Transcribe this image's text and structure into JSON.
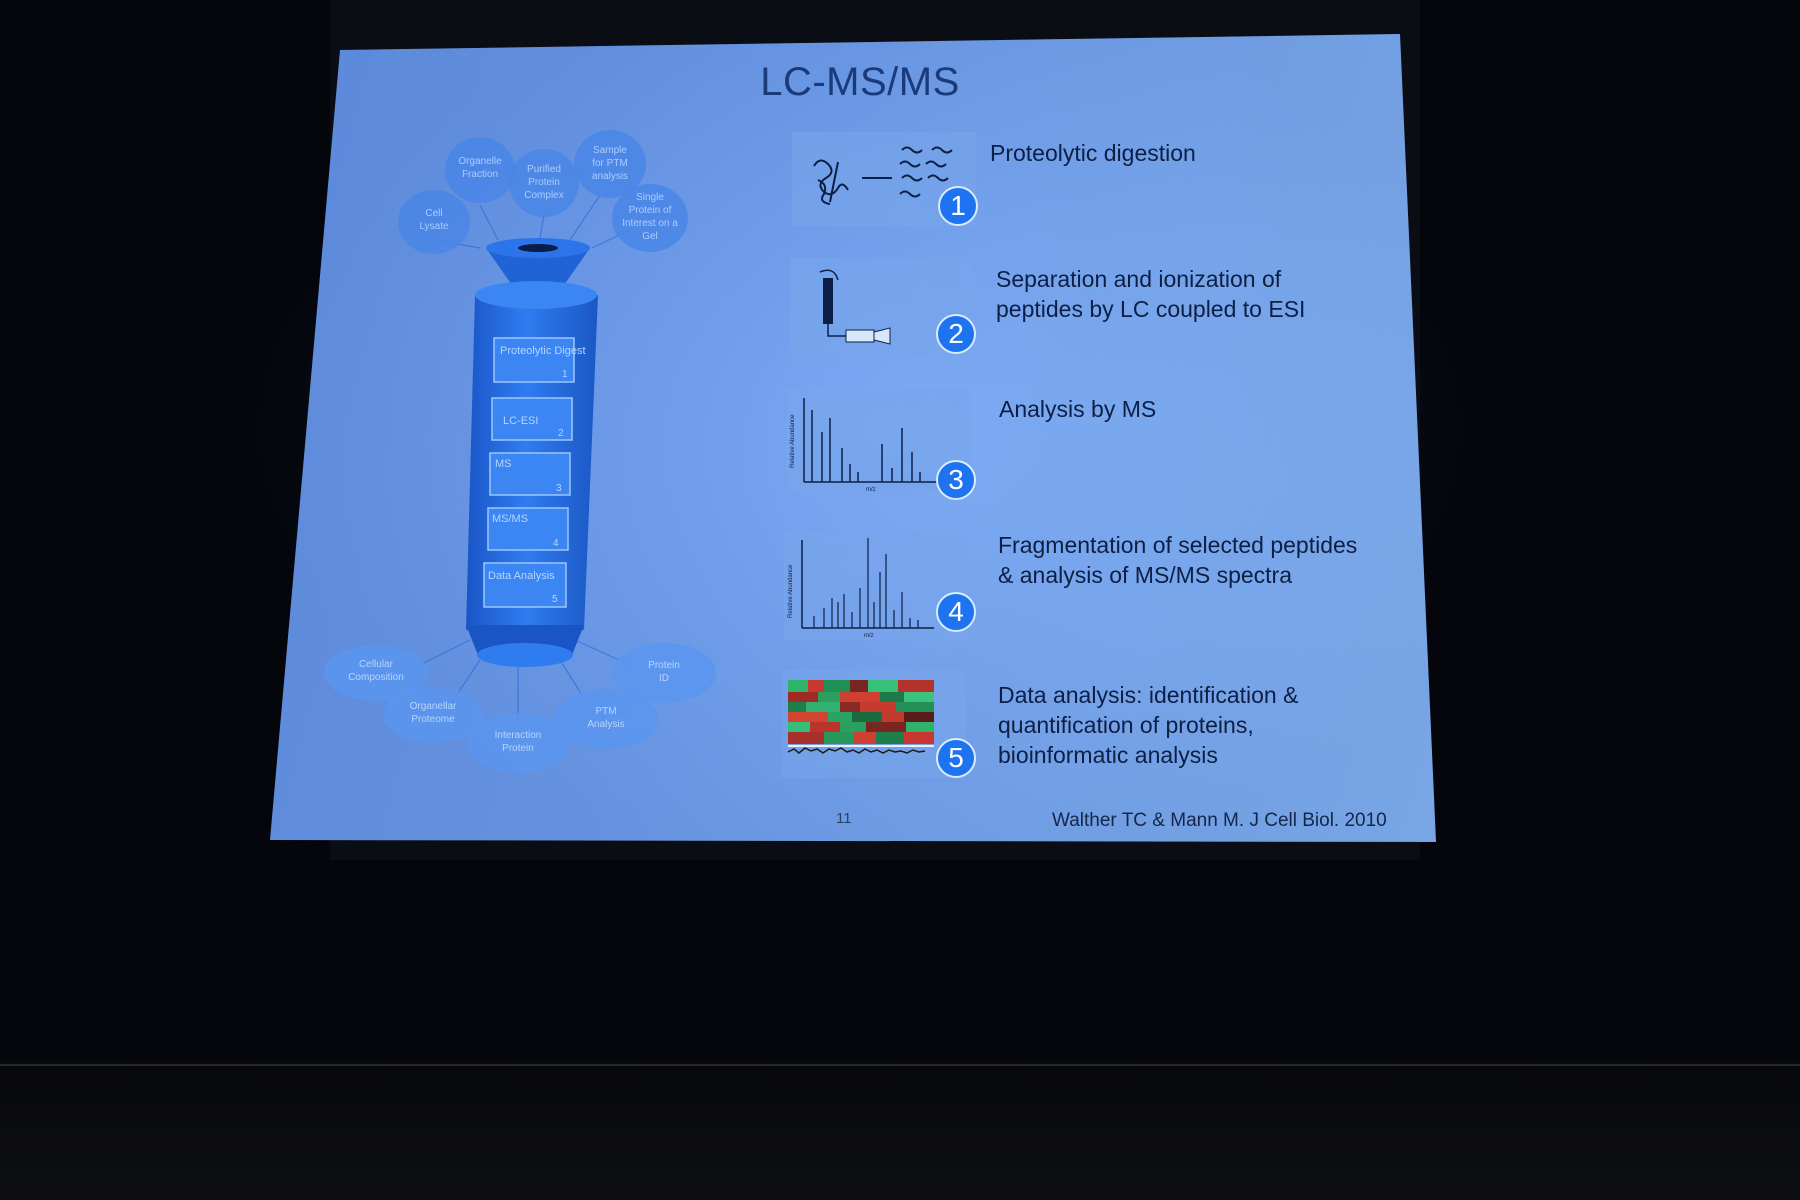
{
  "slide": {
    "title": "LC-MS/MS",
    "page_number": "11",
    "citation": "Walther TC & Mann M. J Cell Biol. 2010"
  },
  "figure": {
    "inputs": [
      "Cell Lysate",
      "Organelle Fraction",
      "Purified Protein Complex",
      "Sample for PTM analysis",
      "Single Protein of Interest on a Gel"
    ],
    "stages": [
      {
        "label": "Proteolytic Digest",
        "num": "1"
      },
      {
        "label": "LC-ESI",
        "num": "2"
      },
      {
        "label": "MS",
        "num": "3"
      },
      {
        "label": "MS/MS",
        "num": "4"
      },
      {
        "label": "Data Analysis",
        "num": "5"
      }
    ],
    "outputs": [
      "Cellular Composition",
      "Organellar Proteome",
      "Interaction Protein",
      "PTM Analysis",
      "Protein ID"
    ]
  },
  "steps": [
    {
      "num": "1",
      "text": "Proteolytic digestion"
    },
    {
      "num": "2",
      "text": "Separation and ionization of peptides by LC coupled to ESI"
    },
    {
      "num": "3",
      "text": "Analysis by MS"
    },
    {
      "num": "4",
      "text": "Fragmentation of selected peptides & analysis of MS/MS spectra"
    },
    {
      "num": "5",
      "text": "Data analysis: identification & quantification of proteins, bioinformatic analysis"
    }
  ],
  "thumb_labels": {
    "y_axis": "Relative Abundance",
    "x_axis": "m/z"
  },
  "colors": {
    "slide_bg": "#6e9ff2",
    "accent": "#1e74f0",
    "title": "#1a3a7a",
    "text": "#0d1f44"
  }
}
